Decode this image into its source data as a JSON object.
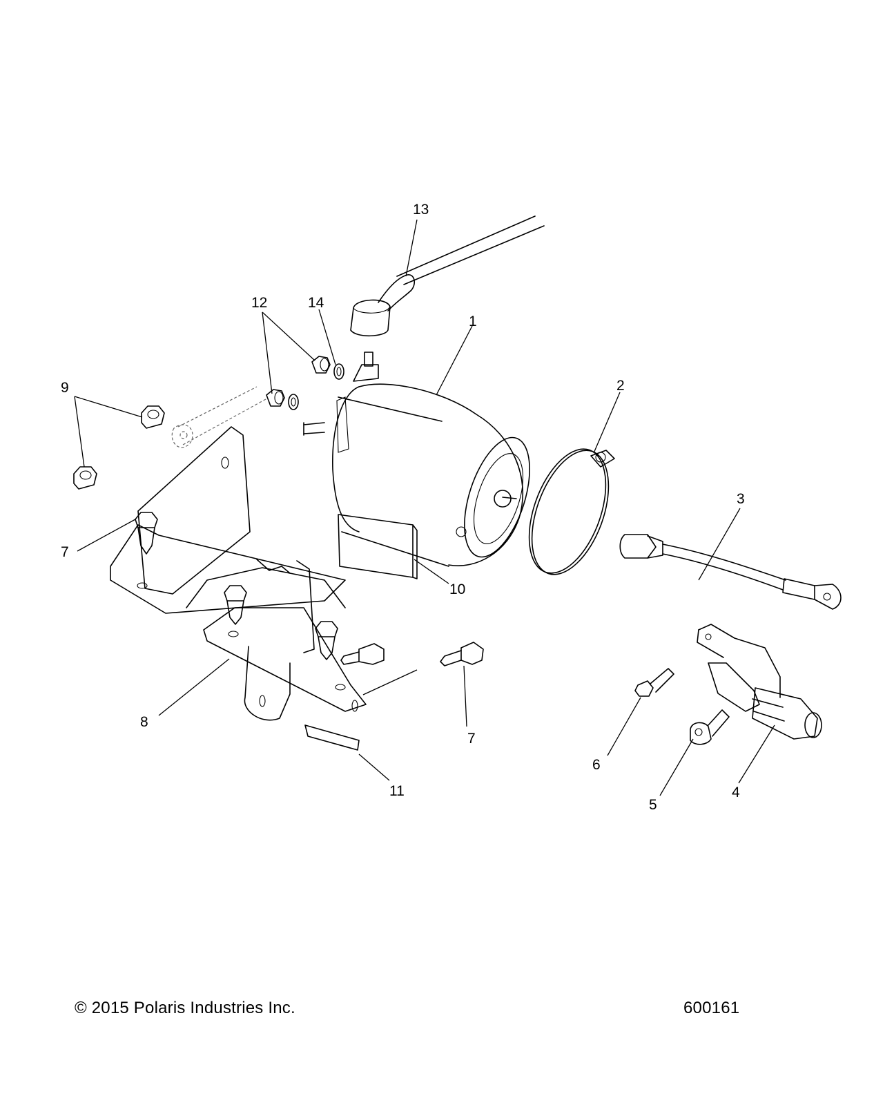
{
  "diagram": {
    "callouts": [
      "1",
      "2",
      "3",
      "4",
      "5",
      "6",
      "7",
      "7",
      "8",
      "9",
      "10",
      "11",
      "12",
      "13",
      "14"
    ]
  },
  "footer": {
    "copyright": "© 2015 Polaris Industries Inc.",
    "figure_number": "600161"
  }
}
